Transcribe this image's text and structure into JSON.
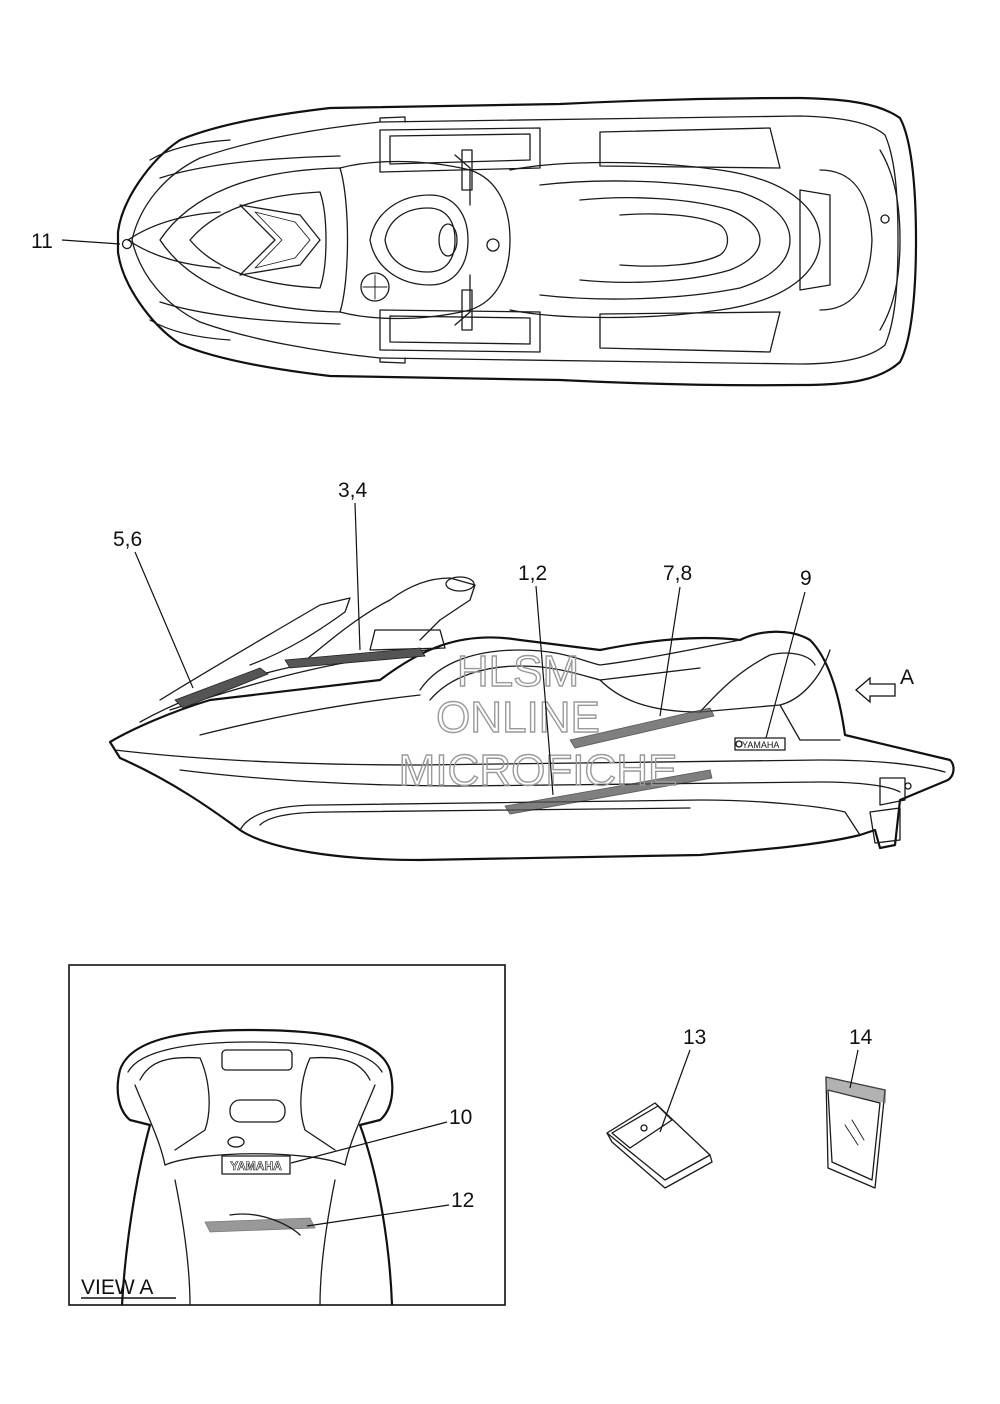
{
  "callouts": {
    "c11": "11",
    "c34": "3,4",
    "c56": "5,6",
    "c12a": "1,2",
    "c78": "7,8",
    "c9": "9",
    "cA": "A",
    "c10": "10",
    "c12": "12",
    "c13": "13",
    "c14": "14"
  },
  "view_label": "VIEW A",
  "watermark": {
    "line1": "HLSM",
    "line2": "ONLINE",
    "line3": "MICROFICHE"
  },
  "decals": {
    "yamaha": "YAMAHA"
  },
  "colors": {
    "line": "#1a1a1a",
    "watermark": "#9a9a9a"
  }
}
